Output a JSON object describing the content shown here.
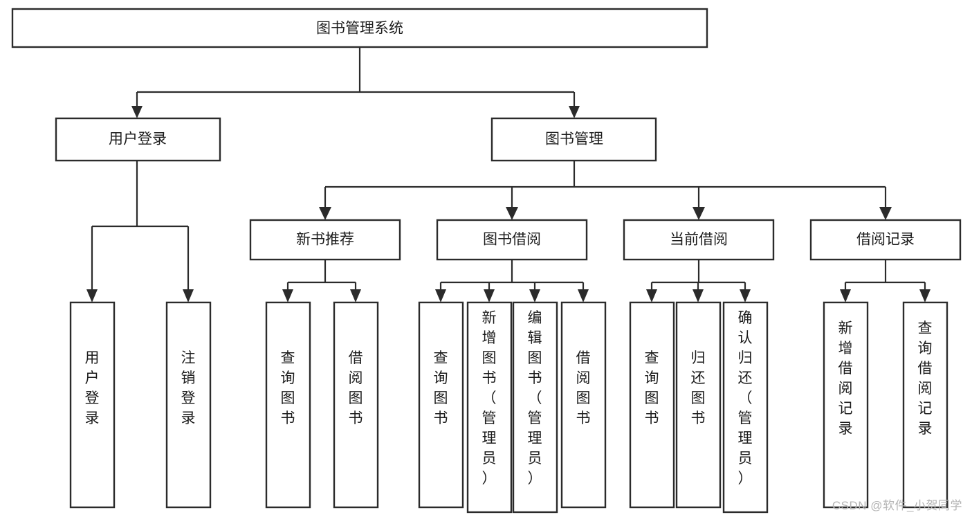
{
  "diagram": {
    "title": "图书管理系统",
    "type": "hierarchy-tree",
    "orientation": "top-down",
    "root": {
      "id": "root",
      "label": "图书管理系统",
      "text_orientation": "horizontal"
    },
    "level1": [
      {
        "id": "user-login",
        "label": "用户登录",
        "text_orientation": "horizontal"
      },
      {
        "id": "book-manage",
        "label": "图书管理",
        "text_orientation": "horizontal"
      }
    ],
    "level2": [
      {
        "id": "new-book-recommend",
        "label": "新书推荐",
        "parent": "book-manage",
        "text_orientation": "horizontal"
      },
      {
        "id": "book-borrow",
        "label": "图书借阅",
        "parent": "book-manage",
        "text_orientation": "horizontal"
      },
      {
        "id": "current-borrow",
        "label": "当前借阅",
        "parent": "book-manage",
        "text_orientation": "horizontal"
      },
      {
        "id": "borrow-record",
        "label": "借阅记录",
        "parent": "book-manage",
        "text_orientation": "horizontal"
      }
    ],
    "leaves": [
      {
        "id": "leaf-user-login",
        "label": "用户登录",
        "parent": "user-login",
        "text_orientation": "vertical"
      },
      {
        "id": "leaf-logout-login",
        "label": "注销登录",
        "parent": "user-login",
        "text_orientation": "vertical"
      },
      {
        "id": "leaf-query-book-1",
        "label": "查询图书",
        "parent": "new-book-recommend",
        "text_orientation": "vertical"
      },
      {
        "id": "leaf-borrow-book-1",
        "label": "借阅图书",
        "parent": "new-book-recommend",
        "text_orientation": "vertical"
      },
      {
        "id": "leaf-query-book-2",
        "label": "查询图书",
        "parent": "book-borrow",
        "text_orientation": "vertical"
      },
      {
        "id": "leaf-add-book",
        "label": "新增图书（管理员）",
        "parent": "book-borrow",
        "text_orientation": "vertical"
      },
      {
        "id": "leaf-edit-book",
        "label": "编辑图书（管理员）",
        "parent": "book-borrow",
        "text_orientation": "vertical"
      },
      {
        "id": "leaf-borrow-book-2",
        "label": "借阅图书",
        "parent": "book-borrow",
        "text_orientation": "vertical"
      },
      {
        "id": "leaf-query-book-3",
        "label": "查询图书",
        "parent": "current-borrow",
        "text_orientation": "vertical"
      },
      {
        "id": "leaf-return-book",
        "label": "归还图书",
        "parent": "current-borrow",
        "text_orientation": "vertical"
      },
      {
        "id": "leaf-confirm-return",
        "label": "确认归还（管理员）",
        "parent": "current-borrow",
        "text_orientation": "vertical"
      },
      {
        "id": "leaf-add-record",
        "label": "新增借阅记录",
        "parent": "borrow-record",
        "text_orientation": "vertical"
      },
      {
        "id": "leaf-query-record",
        "label": "查询借阅记录",
        "parent": "borrow-record",
        "text_orientation": "vertical"
      }
    ]
  },
  "watermark": {
    "text": "CSDN @软件_小贺同学"
  },
  "colors": {
    "box_stroke": "#2b2b2b",
    "box_fill": "#ffffff",
    "connector": "#2b2b2b",
    "text": "#1c1c1c",
    "watermark": "#b4b4b4",
    "background": "#ffffff"
  }
}
